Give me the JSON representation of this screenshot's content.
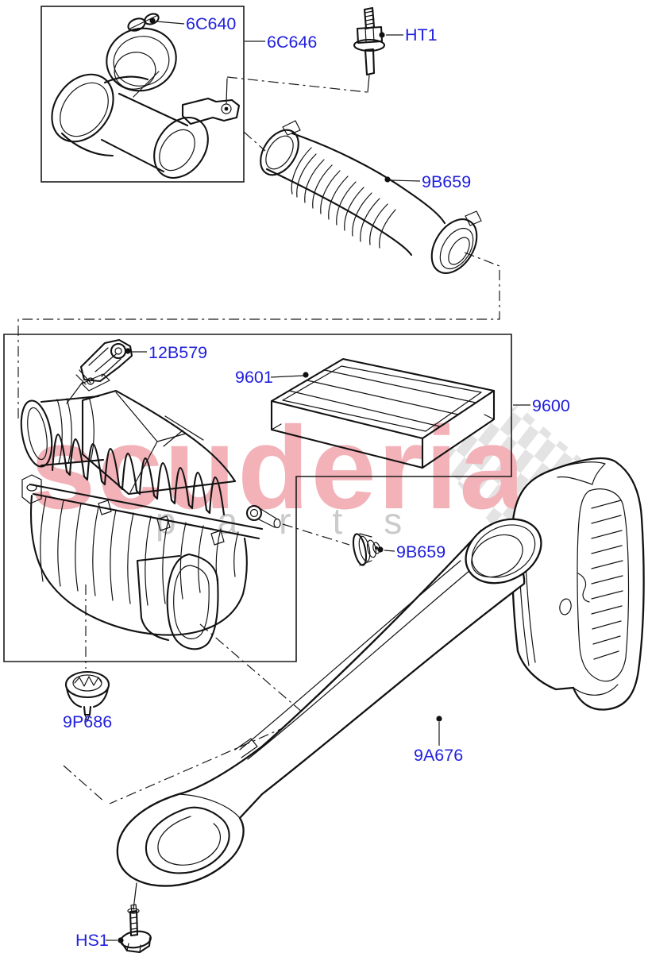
{
  "diagram": {
    "kind": "automotive-parts-exploded-diagram",
    "subject": "air cleaner and intake ducts",
    "background": "#ffffff"
  },
  "colors": {
    "callout_blue": "#2121dd",
    "line_black": "#121212",
    "watermark_pink": "#f2b2b8",
    "watermark_gray": "#cbcbcb",
    "checker_gray": "#e3e3e3"
  },
  "watermark": {
    "brand": "scuderia",
    "sub": "parts"
  },
  "labels": [
    {
      "text": "6C640"
    },
    {
      "text": "6C646"
    },
    {
      "text": "HT1"
    },
    {
      "text": "9B659"
    },
    {
      "text": "12B579"
    },
    {
      "text": "9601"
    },
    {
      "text": "9600"
    },
    {
      "text": "9B659"
    },
    {
      "text": "9P686"
    },
    {
      "text": "9A676"
    },
    {
      "text": "HS1"
    }
  ]
}
